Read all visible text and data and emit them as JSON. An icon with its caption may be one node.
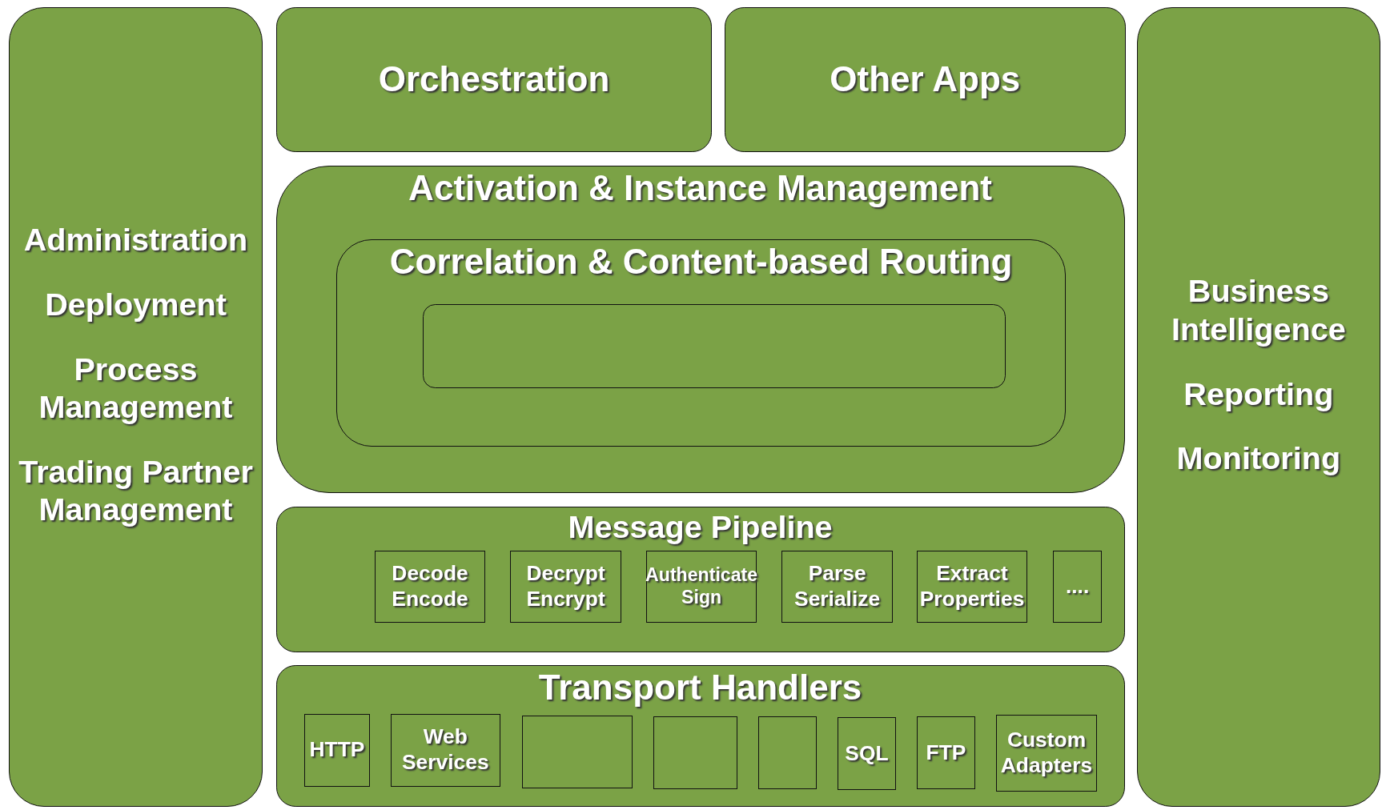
{
  "diagram": {
    "nodes": [
      {
        "text": [
          "Administration",
          "Deployment",
          "Process Management",
          "Trading Partner Management"
        ]
      },
      {
        "text": [
          "Orchestration"
        ]
      },
      {
        "text": [
          "Other Apps"
        ]
      },
      {
        "text": [
          "Activation & Instance Management"
        ]
      },
      {
        "text": [
          "Correlation & Content-based Routing"
        ],
        "in": 3
      },
      {
        "text": [],
        "shape": "box",
        "in": 4
      },
      {
        "text": [
          "Message Pipeline"
        ]
      },
      {
        "text": [
          "Decode Encode"
        ],
        "in": 6
      },
      {
        "text": [
          "Decrypt Encrypt"
        ],
        "in": 6
      },
      {
        "text": [
          "Authenticate Sign"
        ],
        "in": 6
      },
      {
        "text": [
          "Parse Serialize"
        ],
        "in": 6
      },
      {
        "text": [
          "Extract Properties"
        ],
        "in": 6
      },
      {
        "text": [
          "...."
        ],
        "in": 6
      },
      {
        "text": [
          "Transport Handlers"
        ]
      },
      {
        "text": [
          "HTTP"
        ],
        "in": 13
      },
      {
        "text": [
          "Web Services"
        ],
        "in": 13
      },
      {
        "text": [],
        "shape": "box",
        "in": 13
      },
      {
        "text": [],
        "shape": "box",
        "in": 13
      },
      {
        "text": [],
        "shape": "box",
        "in": 13
      },
      {
        "text": [
          "SQL"
        ],
        "in": 13
      },
      {
        "text": [
          "FTP"
        ],
        "in": 13
      },
      {
        "text": [
          "Custom Adapters"
        ],
        "in": 13
      },
      {
        "text": [
          "Business Intelligence",
          "Reporting",
          "Monitoring"
        ]
      }
    ]
  }
}
